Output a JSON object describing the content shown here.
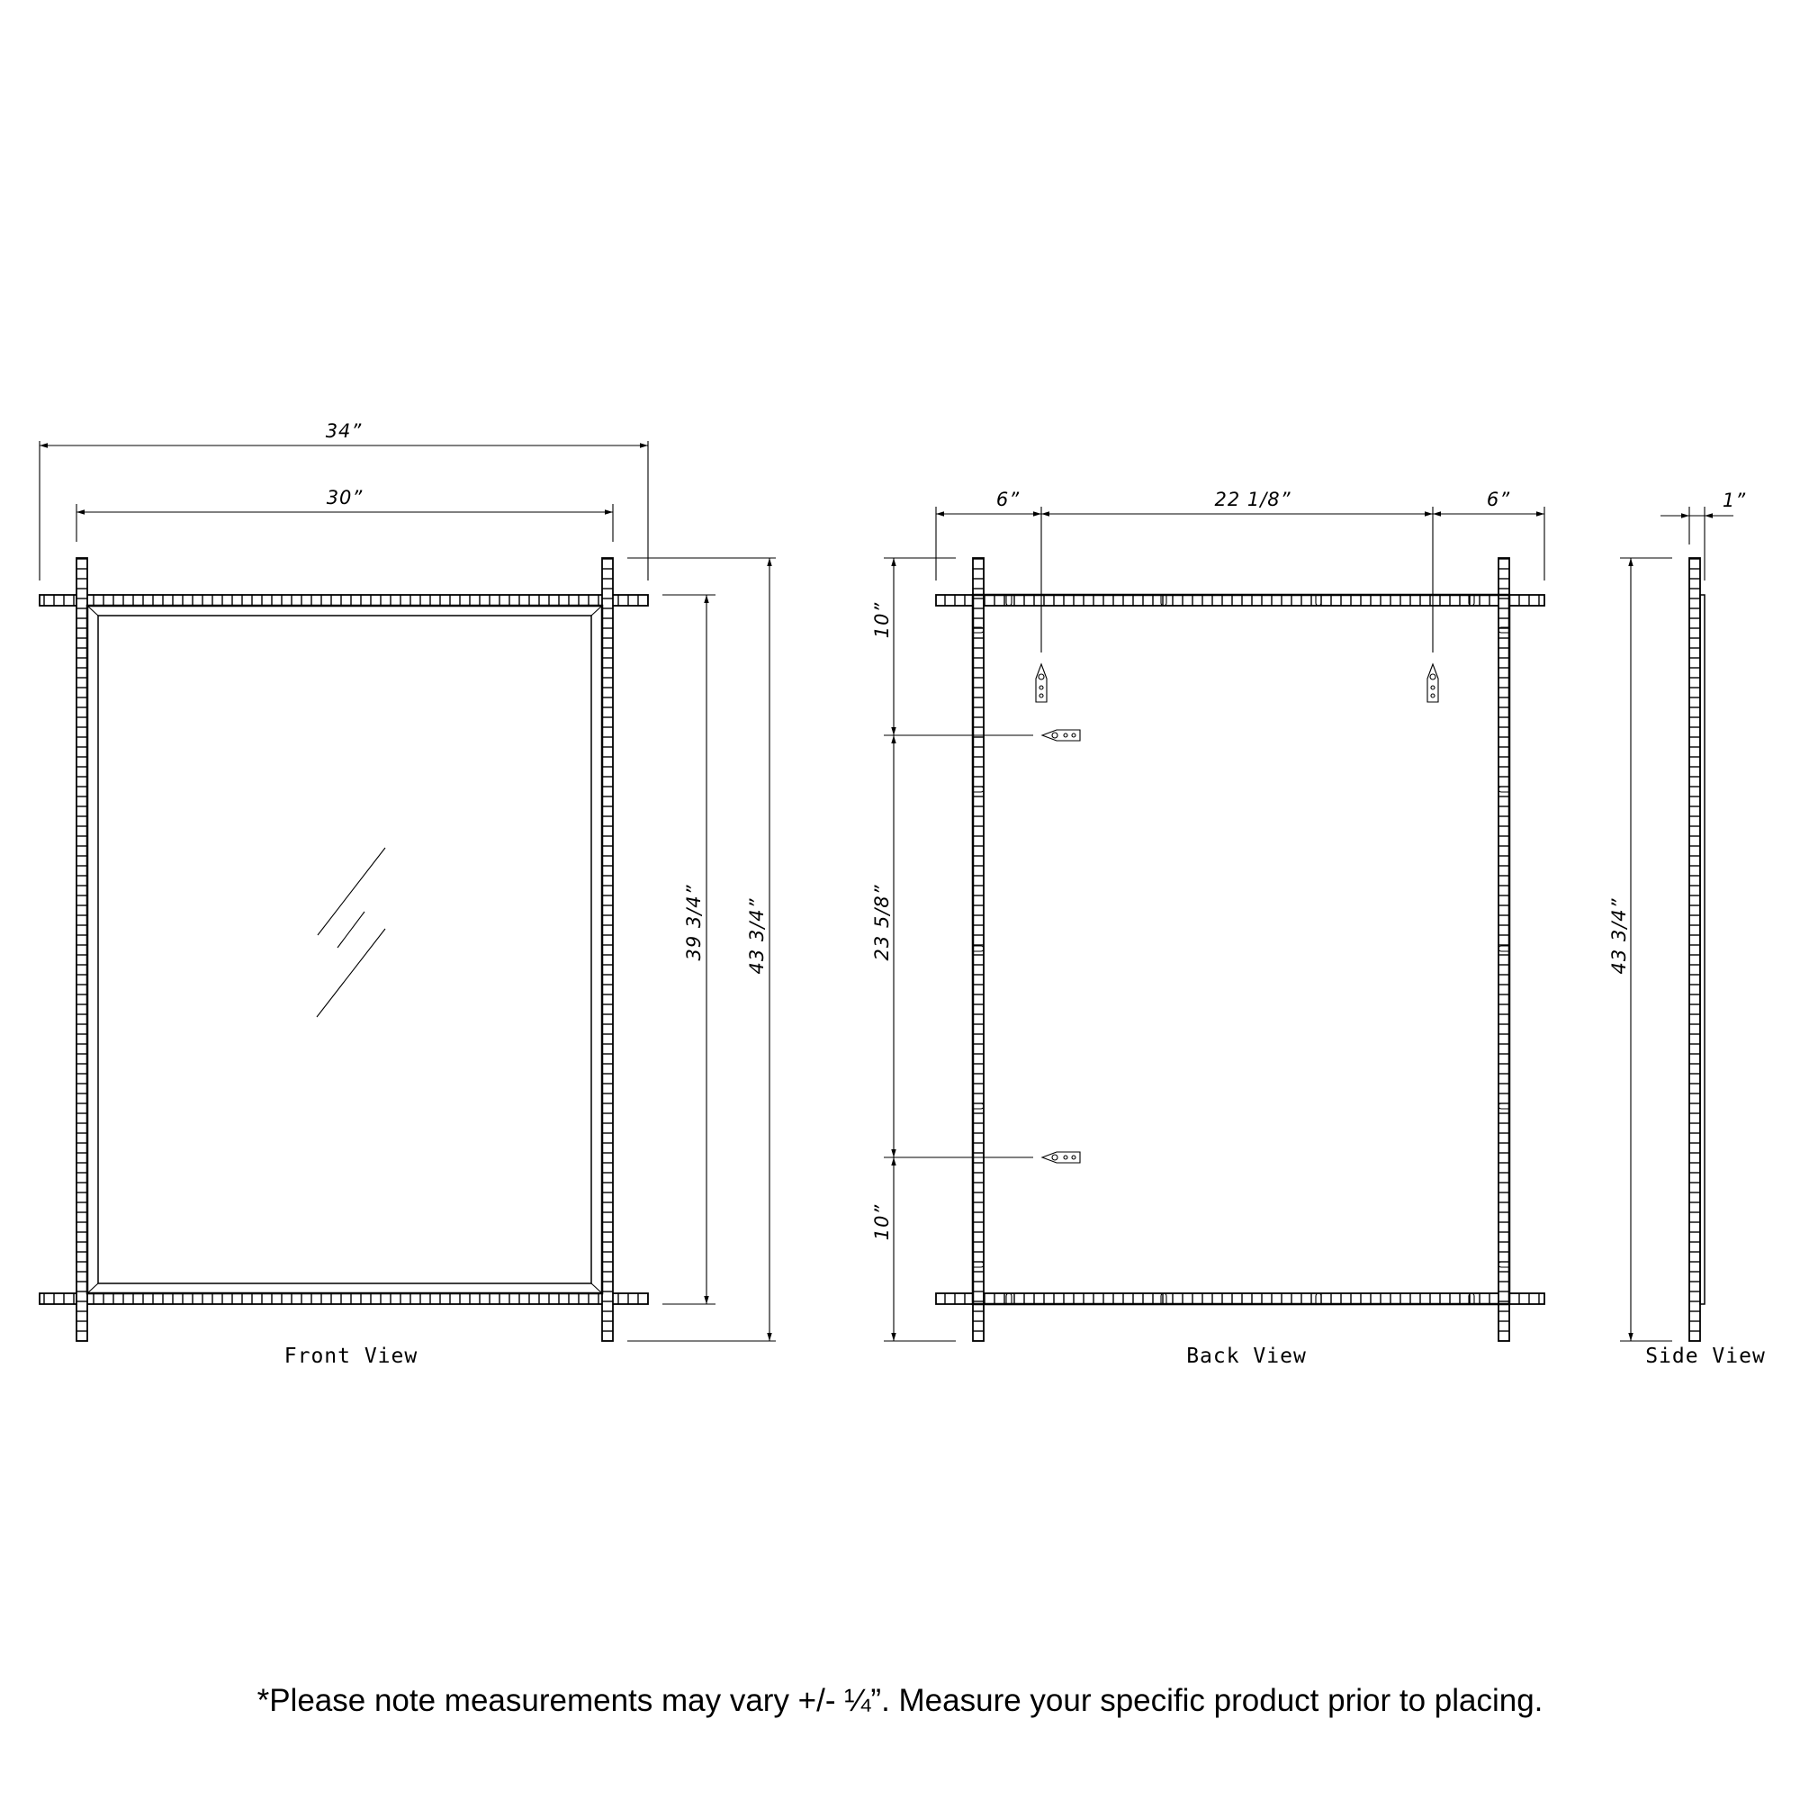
{
  "front_view": {
    "label": "Front View",
    "overall_width": "34”",
    "mirror_width": "30”",
    "mirror_height": "39  3/4”",
    "overall_height": "43  3/4”"
  },
  "back_view": {
    "label": "Back View",
    "left_offset": "6”",
    "hanger_spacing": "22  1/8”",
    "right_offset": "6”",
    "top_offset": "10”",
    "middle_spacing": "23  5/8”",
    "bottom_offset": "10”"
  },
  "side_view": {
    "label": "Side View",
    "depth": "1”",
    "height": "43  3/4”"
  },
  "footnote": "*Please note measurements may vary +/- ¼”. Measure your specific product prior to placing."
}
